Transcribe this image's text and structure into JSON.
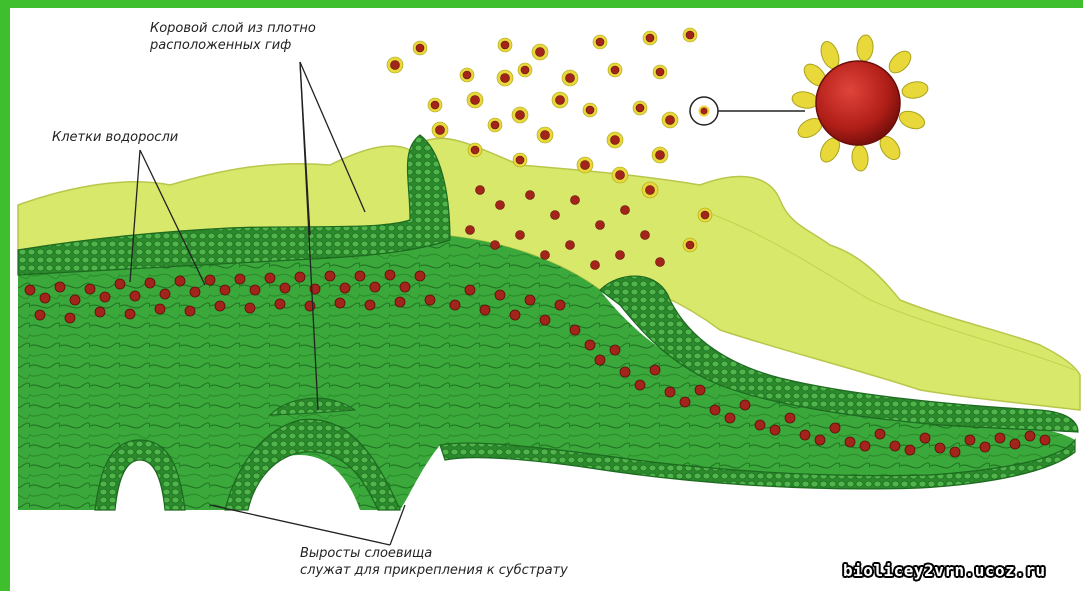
{
  "labels": {
    "cortex_line1": "Коровой слой из плотно",
    "cortex_line2": "расположенных гиф",
    "algae": "Клетки водоросли",
    "outgrowth_line1": "Выросты слоевища",
    "outgrowth_line2": "служат для прикрепления к субстрату"
  },
  "watermark": "biolicey2vrn.ucoz.ru",
  "colors": {
    "frame": "#3fbf2e",
    "upper_surface": "#d8e86a",
    "cortex_dark": "#2f8f2a",
    "medulla": "#3aa83a",
    "algae_cell": "#a3241a",
    "algae_shell": "#e8d83a"
  }
}
